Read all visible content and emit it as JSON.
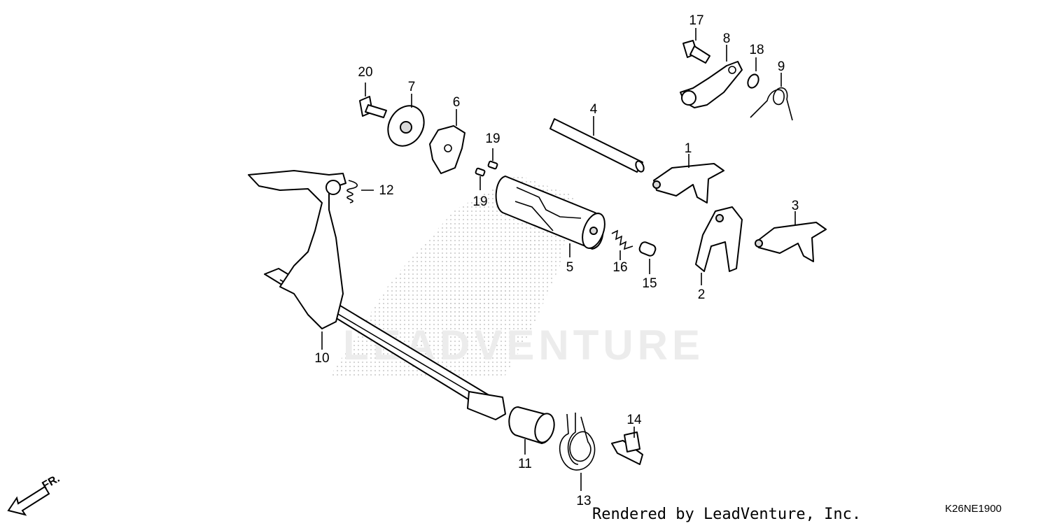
{
  "diagram": {
    "credit": "Rendered by LeadVenture, Inc.",
    "diagram_code": "K26NE1900",
    "watermark": "LEADVENTURE",
    "direction_label": "FR.",
    "callouts": [
      "1",
      "2",
      "3",
      "4",
      "5",
      "6",
      "7",
      "8",
      "9",
      "10",
      "11",
      "12",
      "13",
      "14",
      "15",
      "16",
      "17",
      "18",
      "19",
      "19",
      "20"
    ]
  }
}
